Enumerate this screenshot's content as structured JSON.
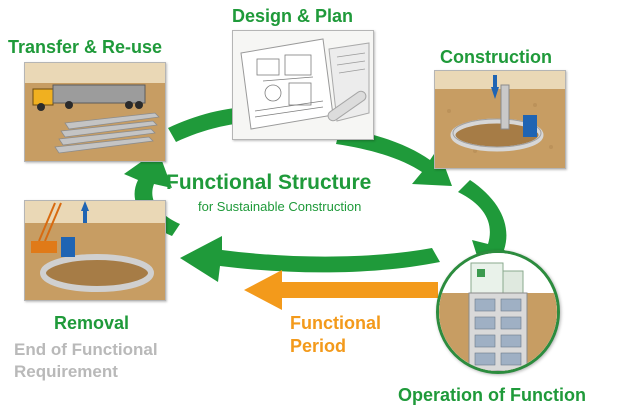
{
  "diagram": {
    "center_title": "Functional Structure",
    "center_subtitle": "for Sustainable Construction"
  },
  "stages": {
    "design": {
      "label": "Design & Plan",
      "icon": "blueprint-icon"
    },
    "construction": {
      "label": "Construction",
      "icon": "sheet-pile-ring-icon"
    },
    "operation": {
      "label": "Operation of Function",
      "icon": "underground-shaft-icon"
    },
    "removal": {
      "label": "Removal",
      "icon": "crane-extraction-icon"
    },
    "transfer": {
      "label": "Transfer & Re-use",
      "icon": "truck-piles-icon"
    }
  },
  "functional_period": {
    "line1": "Functional",
    "line2": "Period"
  },
  "end_requirement": {
    "line1": "End of Functional",
    "line2": "Requirement"
  },
  "colors": {
    "cycle_green": "#1f9a3a",
    "period_orange": "#f39a1b",
    "muted_grey": "#b9b9b9",
    "ground_brown": "#b38a55"
  }
}
